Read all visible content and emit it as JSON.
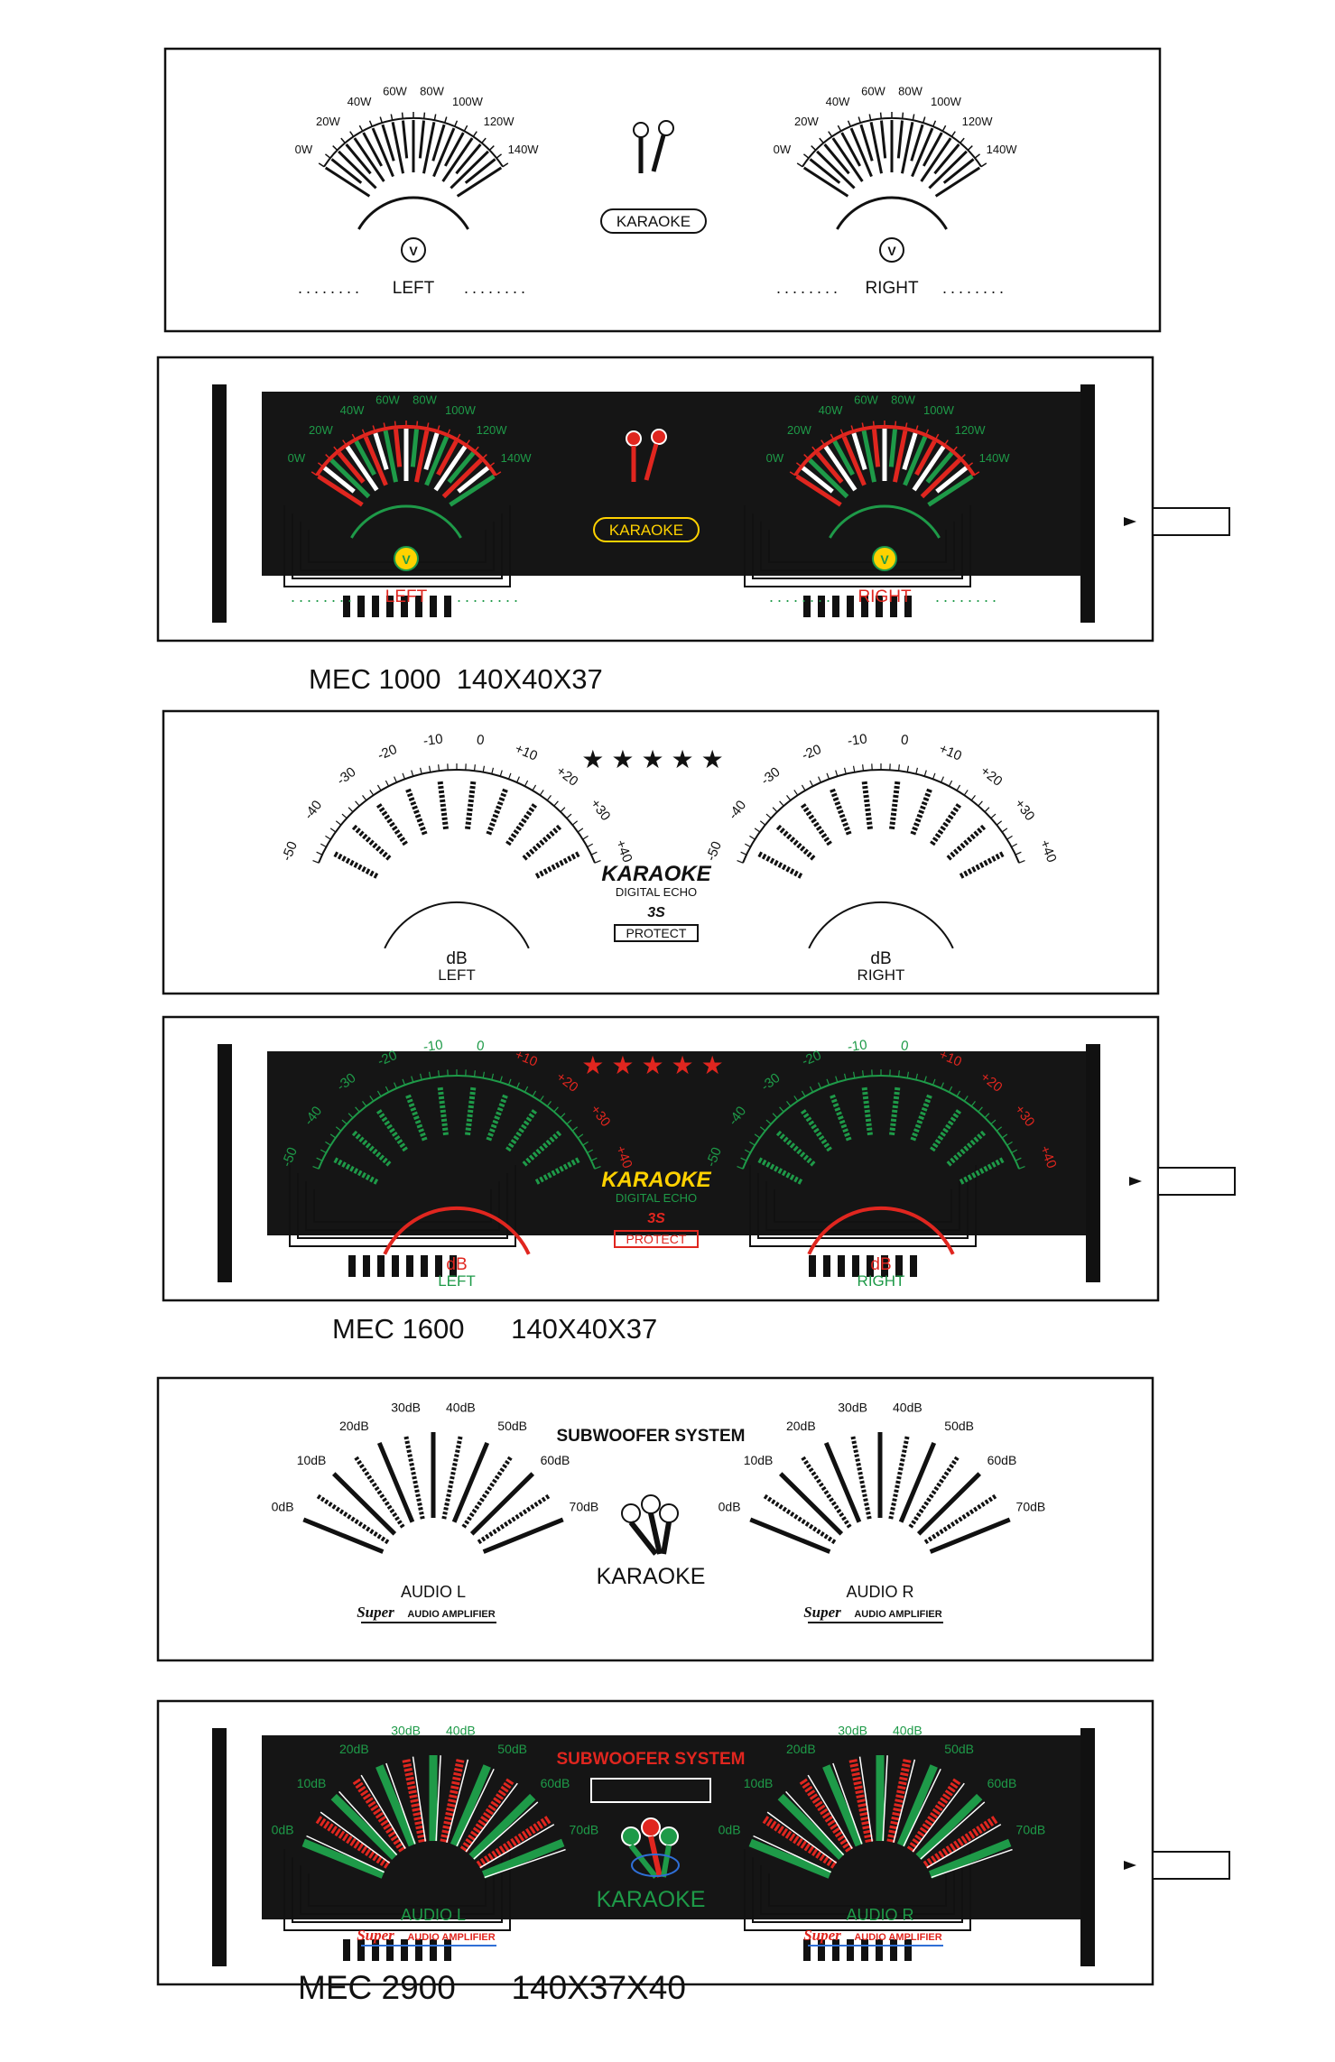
{
  "panels": [
    {
      "variant": "outline",
      "meter_style": "power",
      "left": {
        "ticks": [
          "0W",
          "20W",
          "40W",
          "60W",
          "80W",
          "100W",
          "120W",
          "140W"
        ],
        "dots": "........",
        "label": "LEFT"
      },
      "right": {
        "ticks": [
          "0W",
          "20W",
          "40W",
          "60W",
          "80W",
          "100W",
          "120W",
          "140W"
        ],
        "dots": "........",
        "label": "RIGHT"
      },
      "center": {
        "badge": "KARAOKE"
      }
    },
    {
      "variant": "print",
      "meter_style": "power",
      "left": {
        "ticks": [
          "0W",
          "20W",
          "40W",
          "60W",
          "80W",
          "100W",
          "120W",
          "140W"
        ],
        "dots": "........",
        "label": "LEFT"
      },
      "right": {
        "ticks": [
          "0W",
          "20W",
          "40W",
          "60W",
          "80W",
          "100W",
          "120W",
          "140W"
        ],
        "dots": "........",
        "label": "RIGHT"
      },
      "center": {
        "badge": "KARAOKE"
      },
      "model": "MEC 1000  140X40X37"
    },
    {
      "variant": "outline",
      "meter_style": "db",
      "left": {
        "ticks": [
          "-50",
          "-40",
          "-30",
          "-20",
          "-10",
          "0",
          "+10",
          "+20",
          "+30",
          "+40"
        ],
        "unit": "dB",
        "label": "LEFT"
      },
      "right": {
        "ticks": [
          "-50",
          "-40",
          "-30",
          "-20",
          "-10",
          "0",
          "+10",
          "+20",
          "+30",
          "+40"
        ],
        "unit": "dB",
        "label": "RIGHT"
      },
      "center": {
        "stars": "★★★★★",
        "brand": "KARAOKE",
        "sub": "DIGITAL ECHO",
        "echo": "3S",
        "status": "PROTECT"
      }
    },
    {
      "variant": "print",
      "meter_style": "db",
      "left": {
        "ticks": [
          "-50",
          "-40",
          "-30",
          "-20",
          "-10",
          "0",
          "+10",
          "+20",
          "+30",
          "+40"
        ],
        "unit": "dB",
        "label": "LEFT"
      },
      "right": {
        "ticks": [
          "-50",
          "-40",
          "-30",
          "-20",
          "-10",
          "0",
          "+10",
          "+20",
          "+30",
          "+40"
        ],
        "unit": "dB",
        "label": "RIGHT"
      },
      "center": {
        "stars": "★★★★★",
        "brand": "KARAOKE",
        "sub": "DIGITAL ECHO",
        "echo": "3S",
        "status": "PROTECT"
      },
      "model": "MEC 1600      140X40X37"
    },
    {
      "variant": "outline",
      "meter_style": "sub",
      "left": {
        "ticks": [
          "0dB",
          "10dB",
          "20dB",
          "30dB",
          "40dB",
          "50dB",
          "60dB",
          "70dB"
        ],
        "channel": "AUDIO  L",
        "script": "Super",
        "sub": "AUDIO  AMPLIFIER"
      },
      "right": {
        "ticks": [
          "0dB",
          "10dB",
          "20dB",
          "30dB",
          "40dB",
          "50dB",
          "60dB",
          "70dB"
        ],
        "channel": "AUDIO  R",
        "script": "Super",
        "sub": "AUDIO  AMPLIFIER"
      },
      "center": {
        "title": "SUBWOOFER SYSTEM",
        "badge": "KARAOKE"
      }
    },
    {
      "variant": "print",
      "meter_style": "sub",
      "left": {
        "ticks": [
          "0dB",
          "10dB",
          "20dB",
          "30dB",
          "40dB",
          "50dB",
          "60dB",
          "70dB"
        ],
        "channel": "AUDIO  L",
        "script": "Super",
        "sub": "AUDIO  AMPLIFIER"
      },
      "right": {
        "ticks": [
          "0dB",
          "10dB",
          "20dB",
          "30dB",
          "40dB",
          "50dB",
          "60dB",
          "70dB"
        ],
        "channel": "AUDIO  R",
        "script": "Super",
        "sub": "AUDIO  AMPLIFIER"
      },
      "center": {
        "title": "SUBWOOFER SYSTEM",
        "badge": "KARAOKE"
      },
      "model": "MEC 2900      140X37X40"
    }
  ],
  "colors": {
    "panel_black": "#151515",
    "green": "#1e9a48",
    "red": "#e0261f",
    "yellow": "#ffd200",
    "blue": "#2f6fd6",
    "outline": "#111111"
  },
  "icons": {
    "power_center": "microphone-pair-icon",
    "power_logo": "v-logo-icon",
    "sub_center": "microphone-trio-icon"
  }
}
